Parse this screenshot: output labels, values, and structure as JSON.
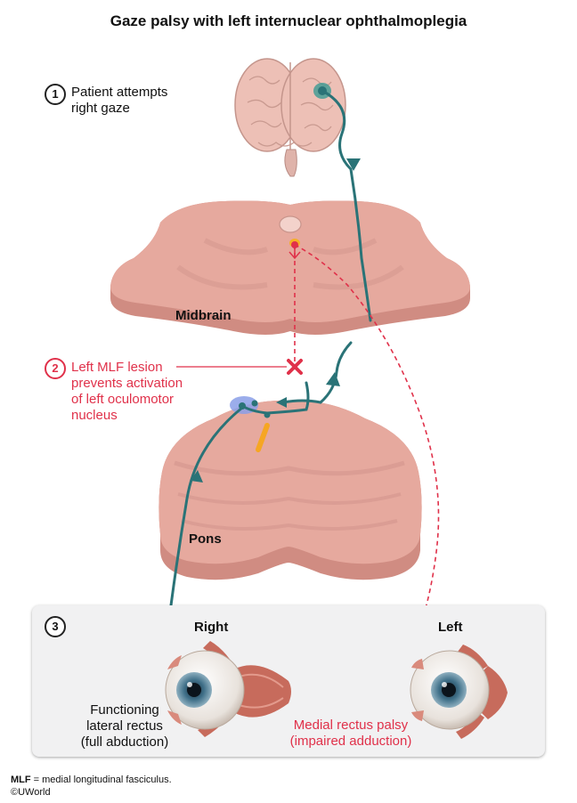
{
  "title": "Gaze palsy with left internuclear ophthalmoplegia",
  "steps": {
    "s1": {
      "num": "1",
      "line1": "Patient attempts",
      "line2": "right gaze"
    },
    "s2": {
      "num": "2",
      "line1": "Left MLF lesion",
      "line2": "prevents activation",
      "line3": "of left oculomotor",
      "line4": "nucleus"
    },
    "s3": {
      "num": "3"
    }
  },
  "structures": {
    "midbrain": "Midbrain",
    "pons": "Pons"
  },
  "eyes": {
    "right_label": "Right",
    "left_label": "Left",
    "right_desc": {
      "line1": "Functioning",
      "line2": "lateral rectus",
      "line3": "(full abduction)"
    },
    "left_desc": {
      "line1": "Medial rectus palsy",
      "line2": "(impaired adduction)"
    }
  },
  "footnote": {
    "abbr": "MLF",
    "definition": " = medial longitudinal fasciculus."
  },
  "credit": "©UWorld",
  "colors": {
    "pathway": "#2a7377",
    "lesion": "#e0314a",
    "tissue": "#e6a99e",
    "tissue_dark": "#d08c82"
  }
}
